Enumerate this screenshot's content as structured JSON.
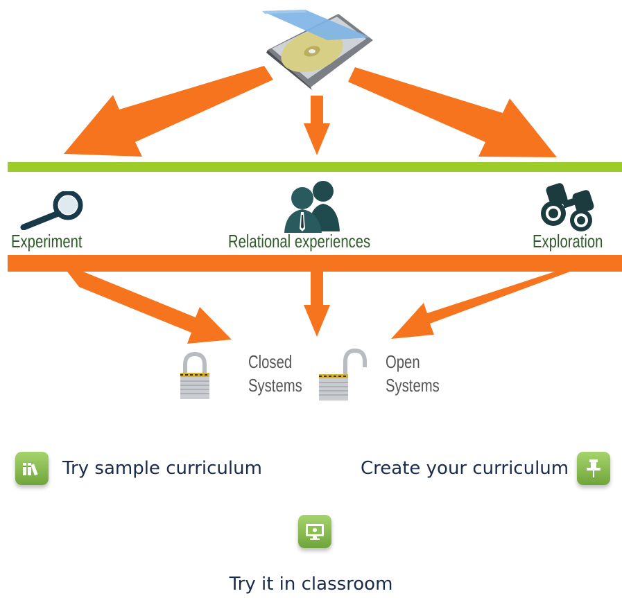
{
  "nodes": {
    "experiment": "Experiment",
    "relational": "Relational experiences",
    "exploration": "Exploration",
    "closed_line1": "Closed",
    "closed_line2": "Systems",
    "open_line1": "Open",
    "open_line2": "Systems"
  },
  "actions": {
    "sample": "Try sample curriculum",
    "create": "Create your curriculum",
    "classroom": "Try it in classroom"
  },
  "icons": {
    "top": "cd-case-icon",
    "experiment": "magnifier-icon",
    "relational": "people-icon",
    "exploration": "binoculars-icon",
    "closed": "closed-padlock-icon",
    "open": "open-padlock-icon",
    "sample": "books-icon",
    "create": "pushpin-icon",
    "classroom": "monitor-icon"
  },
  "colors": {
    "arrow": "#f6741d",
    "green_bar": "#9ccc2a",
    "orange_bar": "#f6741d",
    "label_green": "#2f5a2a",
    "button_green": "#7db646"
  }
}
